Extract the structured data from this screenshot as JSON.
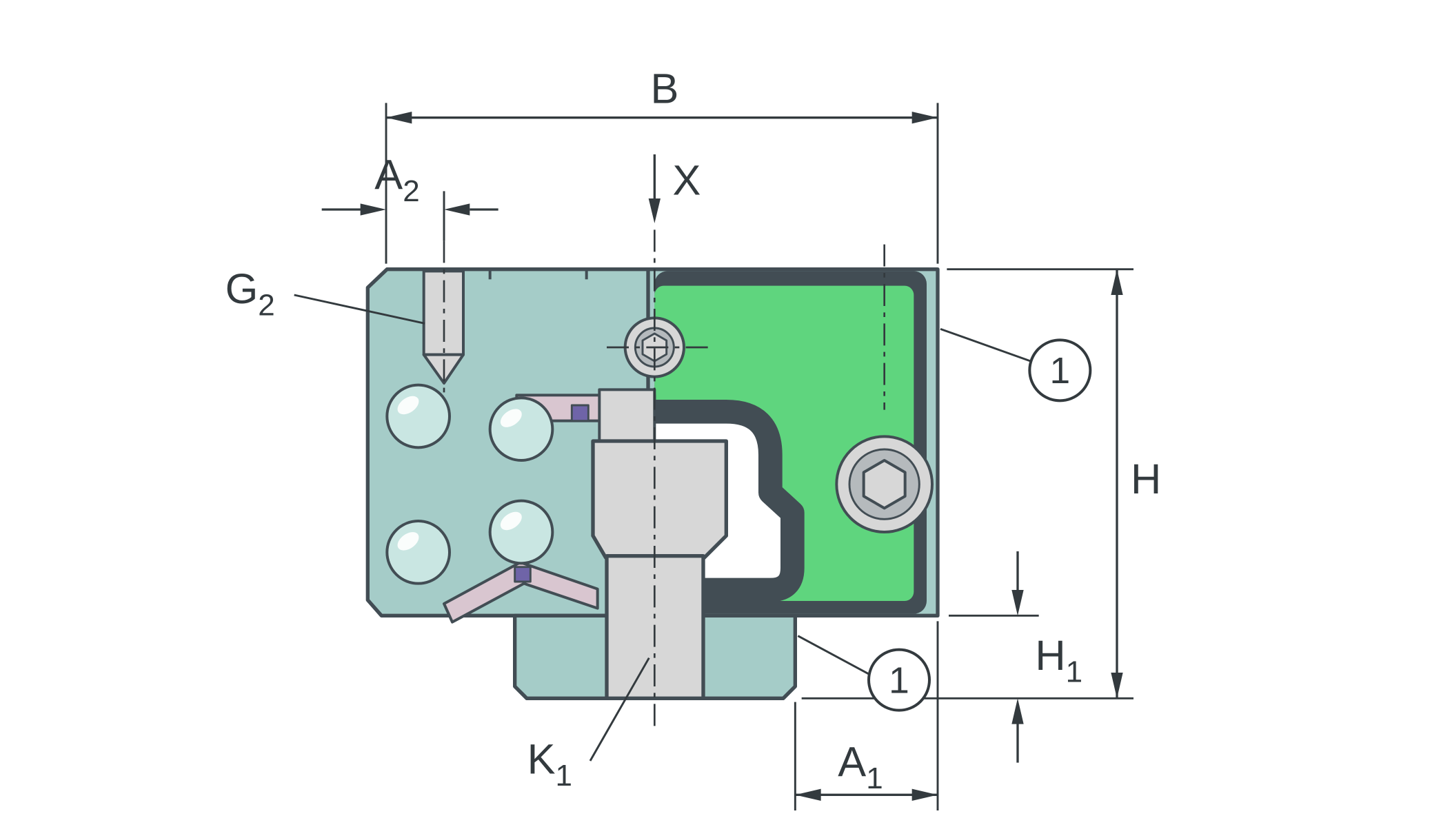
{
  "dimensions": {
    "B": "B",
    "A2": {
      "base": "A",
      "sub": "2"
    },
    "X": "X",
    "G2": {
      "base": "G",
      "sub": "2"
    },
    "H": "H",
    "H1": {
      "base": "H",
      "sub": "1"
    },
    "A1": {
      "base": "A",
      "sub": "1"
    },
    "K1": {
      "base": "K",
      "sub": "1"
    }
  },
  "callouts": {
    "seal_top": "1",
    "seal_bottom": "1"
  },
  "colors": {
    "body_teal": "#a5ccc8",
    "ball_teal": "#c9e6e2",
    "end_cap_green": "#5fd57e",
    "seal_dark": "#424d54",
    "metal_light": "#d7d7d7",
    "metal_mid": "#b5babd",
    "seal_pink": "#d9c6d0",
    "clip_purple": "#6f64a8",
    "line": "#333a3e",
    "background": "#ffffff"
  }
}
